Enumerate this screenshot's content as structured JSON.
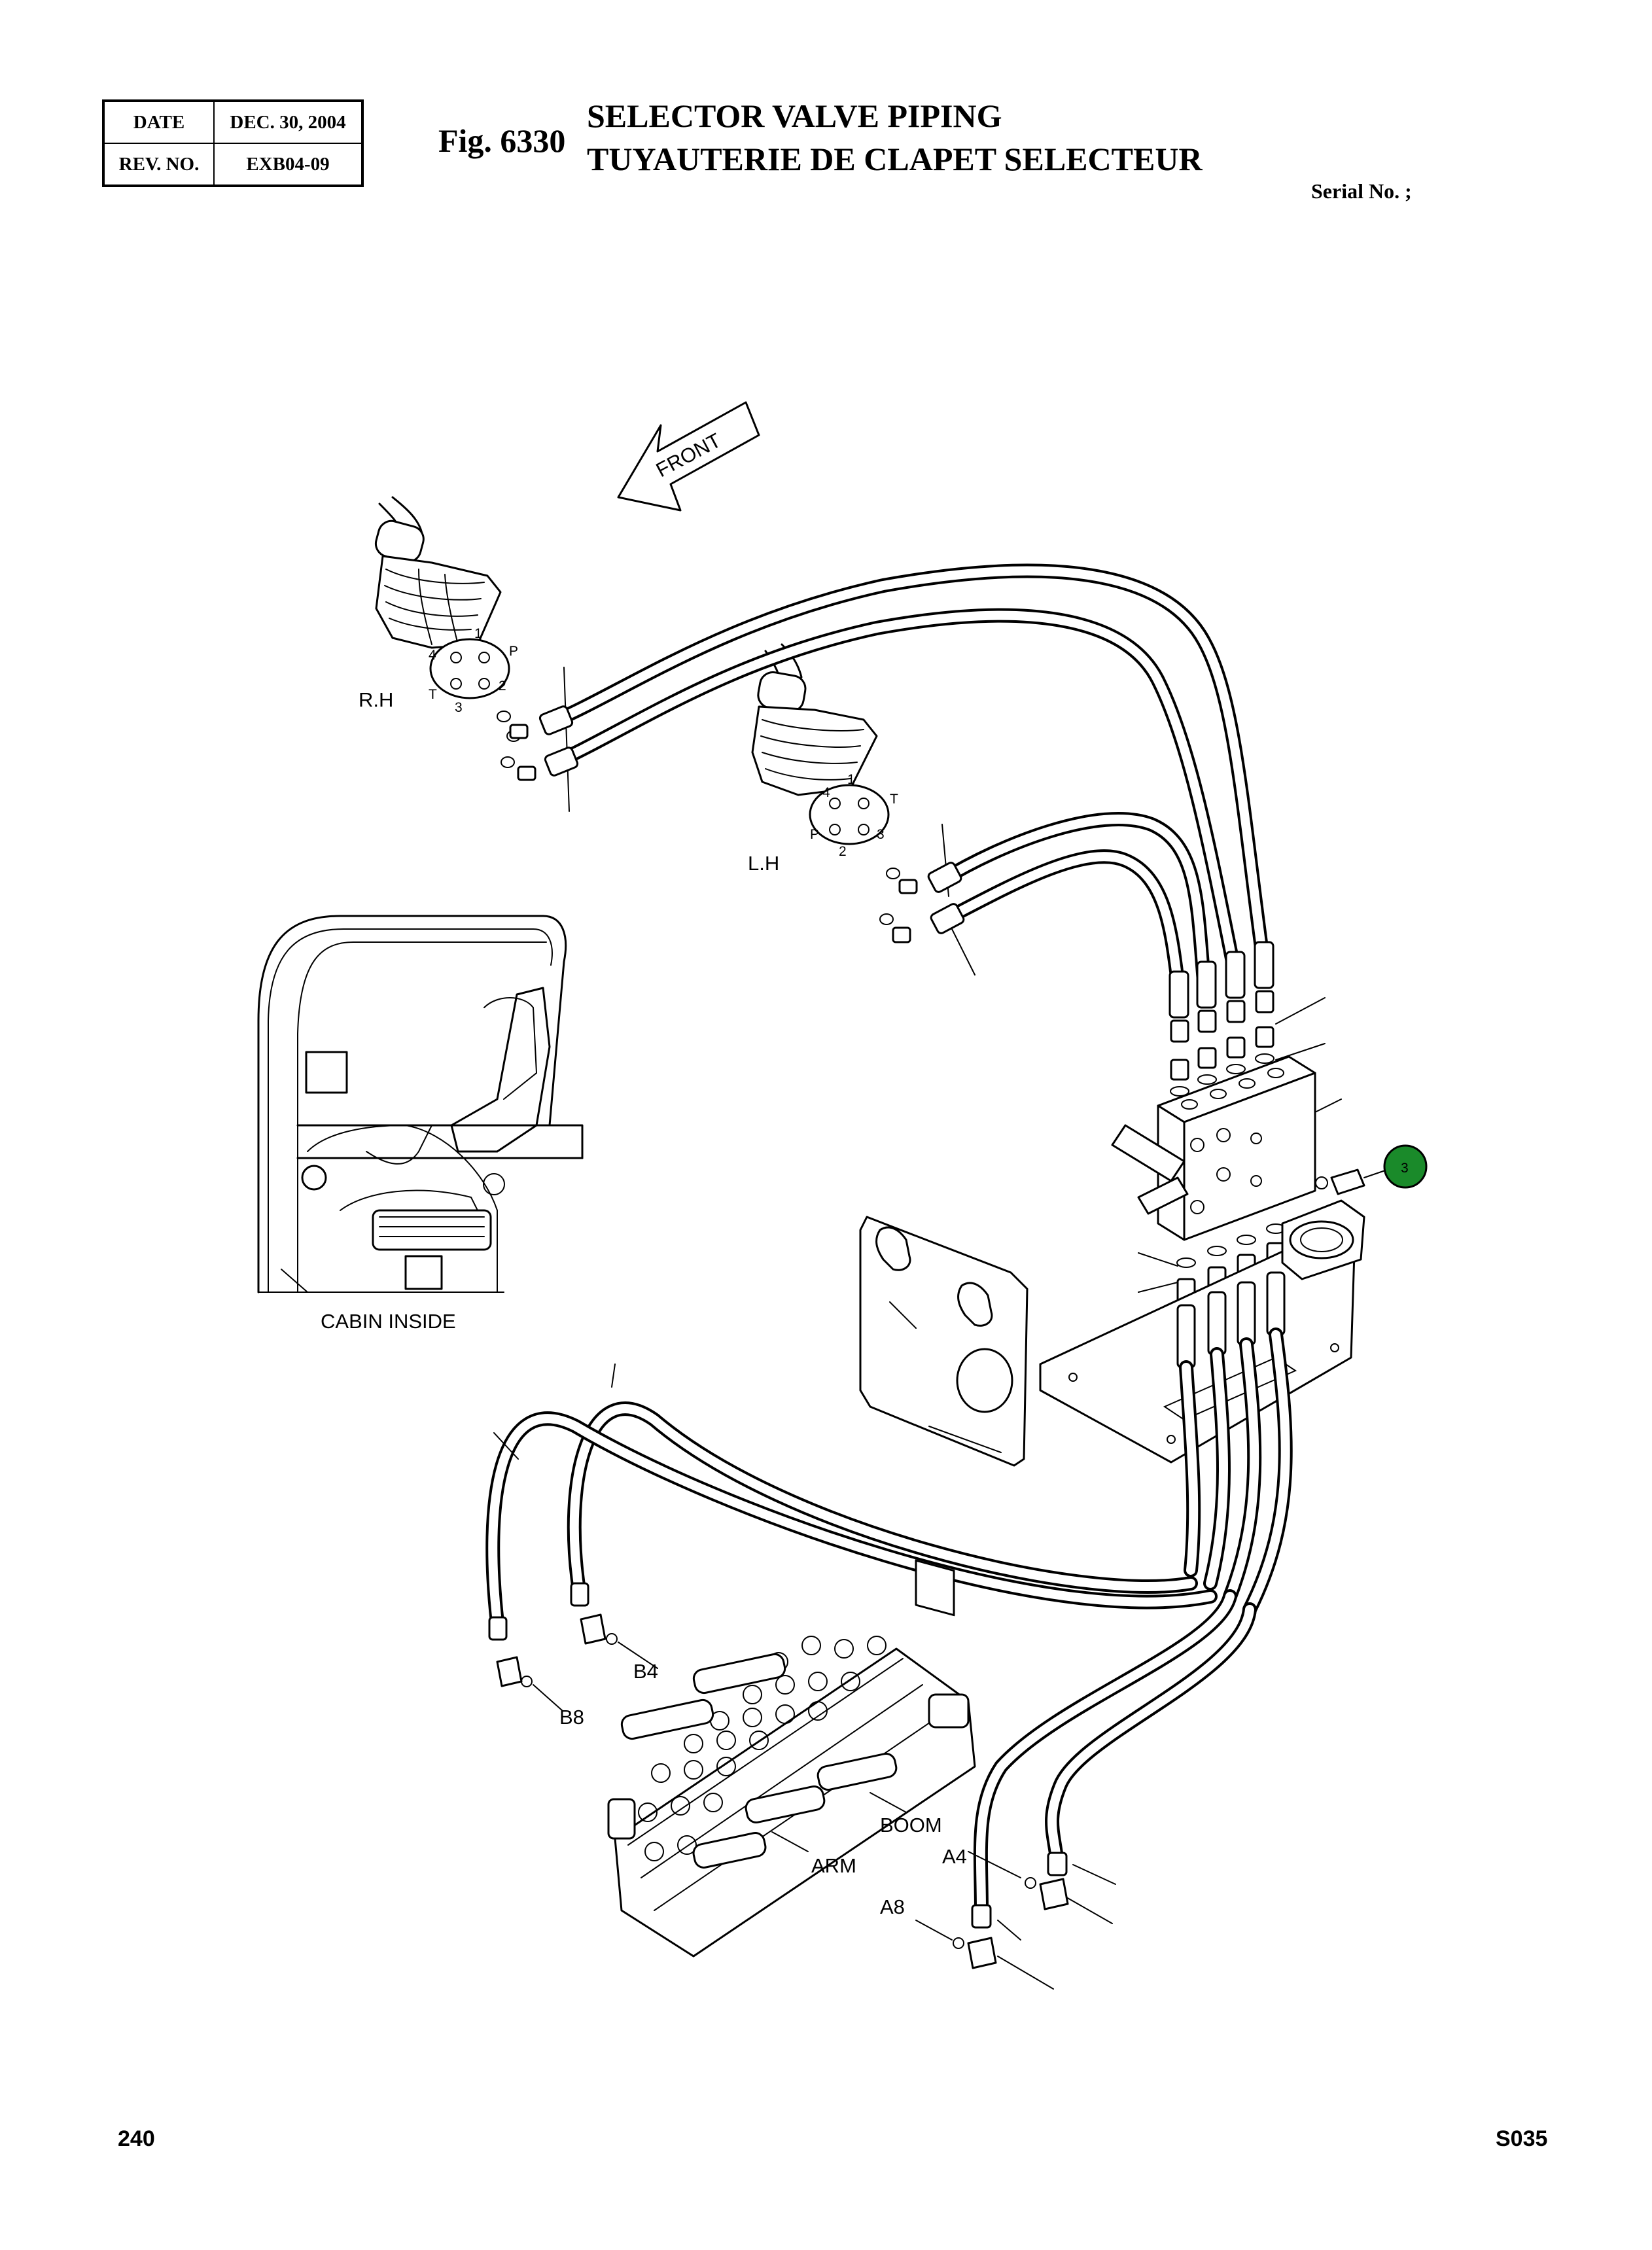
{
  "header": {
    "date_label": "DATE",
    "date_value": "DEC. 30, 2004",
    "rev_label": "REV. NO.",
    "rev_value": "EXB04-09"
  },
  "figure": {
    "number": "Fig. 6330",
    "title_en": "SELECTOR VALVE PIPING",
    "title_fr": "TUYAUTERIE DE CLAPET SELECTEUR",
    "serial": "Serial No. ;"
  },
  "diagram": {
    "front_label": "FRONT",
    "rh_label": "R.H",
    "lh_label": "L.H",
    "cabin_label": "CABIN INSIDE",
    "boom_label": "BOOM",
    "arm_label": "ARM",
    "port_a4": "A4",
    "port_a8": "A8",
    "port_b4": "B4",
    "port_b8": "B8",
    "rh_ports": [
      "4",
      "1",
      "P",
      "T",
      "3",
      "2"
    ],
    "lh_ports": [
      "4",
      "1",
      "T",
      "P",
      "2",
      "3"
    ],
    "callout_number": "3",
    "callout_color": "#1a8a2a"
  },
  "footer": {
    "page": "240",
    "code": "S035"
  }
}
